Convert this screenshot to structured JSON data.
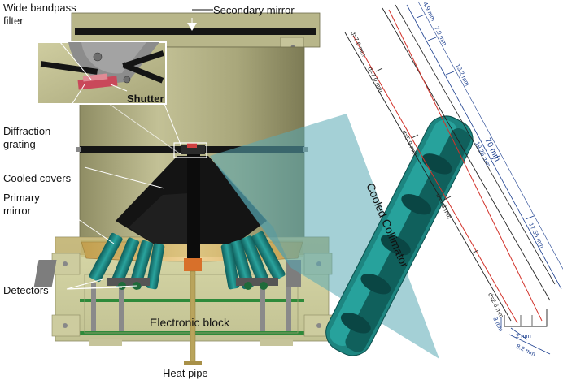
{
  "labels": {
    "wide_bandpass_filter": [
      "Wide bandpass",
      "filter"
    ],
    "secondary_mirror": "Secondary mirror",
    "shutter": "Shutter",
    "diffraction_grating": [
      "Diffraction",
      "grating"
    ],
    "cooled_covers": "Cooled covers",
    "primary_mirror": [
      "Primary",
      "mirror"
    ],
    "detectors": "Detectors",
    "electronic_block": "Electronic block",
    "heat_pipe": "Heat pipe",
    "cooled_collimator": "Cooled Collimator"
  },
  "dimensions": {
    "d_76": "d=7.6 mm",
    "d_70": "d=7.0 mm",
    "d_59": "d=5.9 mm",
    "d_43": "d=4.3 mm",
    "d_26": "d=2.6 mm",
    "len_49": "4.9 mm",
    "len_70": "7.0 mm",
    "len_132": "13.2 mm",
    "len_total": "70 mm",
    "len_1925": "19.25 mm",
    "len_1755": "17.55 mm",
    "len_3": "3 mm",
    "len_2": "2 mm",
    "len_82": "8.2 mm"
  },
  "colors": {
    "housing": "#b4b286",
    "housing_dark": "#8f8d64",
    "black": "#111111",
    "collimator": "#1b7f7b",
    "primary_mirror": "#e8c27a",
    "dimension_blue": "#1c3f8f",
    "ray_red": "#d2322a"
  }
}
